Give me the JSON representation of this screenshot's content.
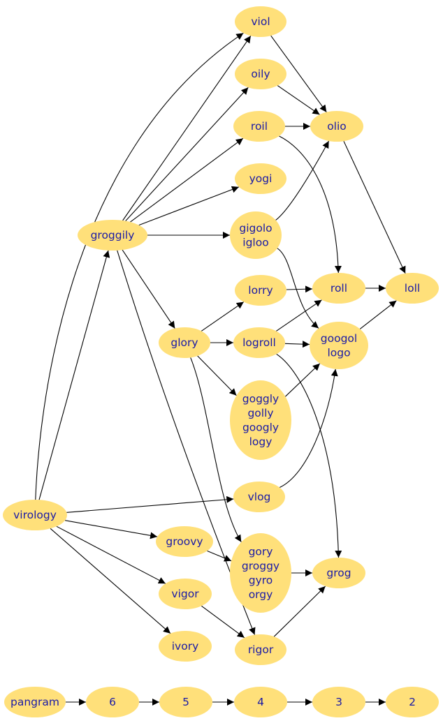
{
  "nodes": {
    "viol": {
      "lines": [
        "viol"
      ]
    },
    "oily": {
      "lines": [
        "oily"
      ]
    },
    "roil": {
      "lines": [
        "roil"
      ]
    },
    "olio": {
      "lines": [
        "olio"
      ]
    },
    "yogi": {
      "lines": [
        "yogi"
      ]
    },
    "groggily": {
      "lines": [
        "groggily"
      ]
    },
    "gigolo": {
      "lines": [
        "gigolo",
        "igloo"
      ]
    },
    "lorry": {
      "lines": [
        "lorry"
      ]
    },
    "roll": {
      "lines": [
        "roll"
      ]
    },
    "loll": {
      "lines": [
        "loll"
      ]
    },
    "glory": {
      "lines": [
        "glory"
      ]
    },
    "logroll": {
      "lines": [
        "logroll"
      ]
    },
    "googol": {
      "lines": [
        "googol",
        "logo"
      ]
    },
    "goggly": {
      "lines": [
        "goggly",
        "golly",
        "googly",
        "logy"
      ]
    },
    "virology": {
      "lines": [
        "virology"
      ]
    },
    "vlog": {
      "lines": [
        "vlog"
      ]
    },
    "groovy": {
      "lines": [
        "groovy"
      ]
    },
    "gory": {
      "lines": [
        "gory",
        "groggy",
        "gyro",
        "orgy"
      ]
    },
    "grog": {
      "lines": [
        "grog"
      ]
    },
    "vigor": {
      "lines": [
        "vigor"
      ]
    },
    "ivory": {
      "lines": [
        "ivory"
      ]
    },
    "rigor": {
      "lines": [
        "rigor"
      ]
    },
    "pangram": {
      "lines": [
        "pangram"
      ]
    },
    "n6": {
      "lines": [
        "6"
      ]
    },
    "n5": {
      "lines": [
        "5"
      ]
    },
    "n4": {
      "lines": [
        "4"
      ]
    },
    "n3": {
      "lines": [
        "3"
      ]
    },
    "n2": {
      "lines": [
        "2"
      ]
    }
  },
  "edges": [
    [
      "viol",
      "olio"
    ],
    [
      "oily",
      "olio"
    ],
    [
      "roil",
      "olio"
    ],
    [
      "roil",
      "roll"
    ],
    [
      "olio",
      "loll"
    ],
    [
      "gigolo",
      "olio"
    ],
    [
      "gigolo",
      "googol"
    ],
    [
      "groggily",
      "viol"
    ],
    [
      "groggily",
      "oily"
    ],
    [
      "groggily",
      "roil"
    ],
    [
      "groggily",
      "yogi"
    ],
    [
      "groggily",
      "gigolo"
    ],
    [
      "groggily",
      "glory"
    ],
    [
      "groggily",
      "rigor"
    ],
    [
      "lorry",
      "roll"
    ],
    [
      "roll",
      "loll"
    ],
    [
      "glory",
      "lorry"
    ],
    [
      "glory",
      "logroll"
    ],
    [
      "glory",
      "goggly"
    ],
    [
      "glory",
      "gory"
    ],
    [
      "logroll",
      "roll"
    ],
    [
      "logroll",
      "googol"
    ],
    [
      "logroll",
      "grog"
    ],
    [
      "googol",
      "loll"
    ],
    [
      "goggly",
      "googol"
    ],
    [
      "vlog",
      "googol"
    ],
    [
      "virology",
      "viol"
    ],
    [
      "virology",
      "groggily"
    ],
    [
      "virology",
      "vlog"
    ],
    [
      "virology",
      "groovy"
    ],
    [
      "virology",
      "vigor"
    ],
    [
      "virology",
      "ivory"
    ],
    [
      "groovy",
      "gory"
    ],
    [
      "gory",
      "grog"
    ],
    [
      "vigor",
      "rigor"
    ],
    [
      "rigor",
      "grog"
    ],
    [
      "pangram",
      "n6"
    ],
    [
      "n6",
      "n5"
    ],
    [
      "n5",
      "n4"
    ],
    [
      "n4",
      "n3"
    ],
    [
      "n3",
      "n2"
    ]
  ]
}
